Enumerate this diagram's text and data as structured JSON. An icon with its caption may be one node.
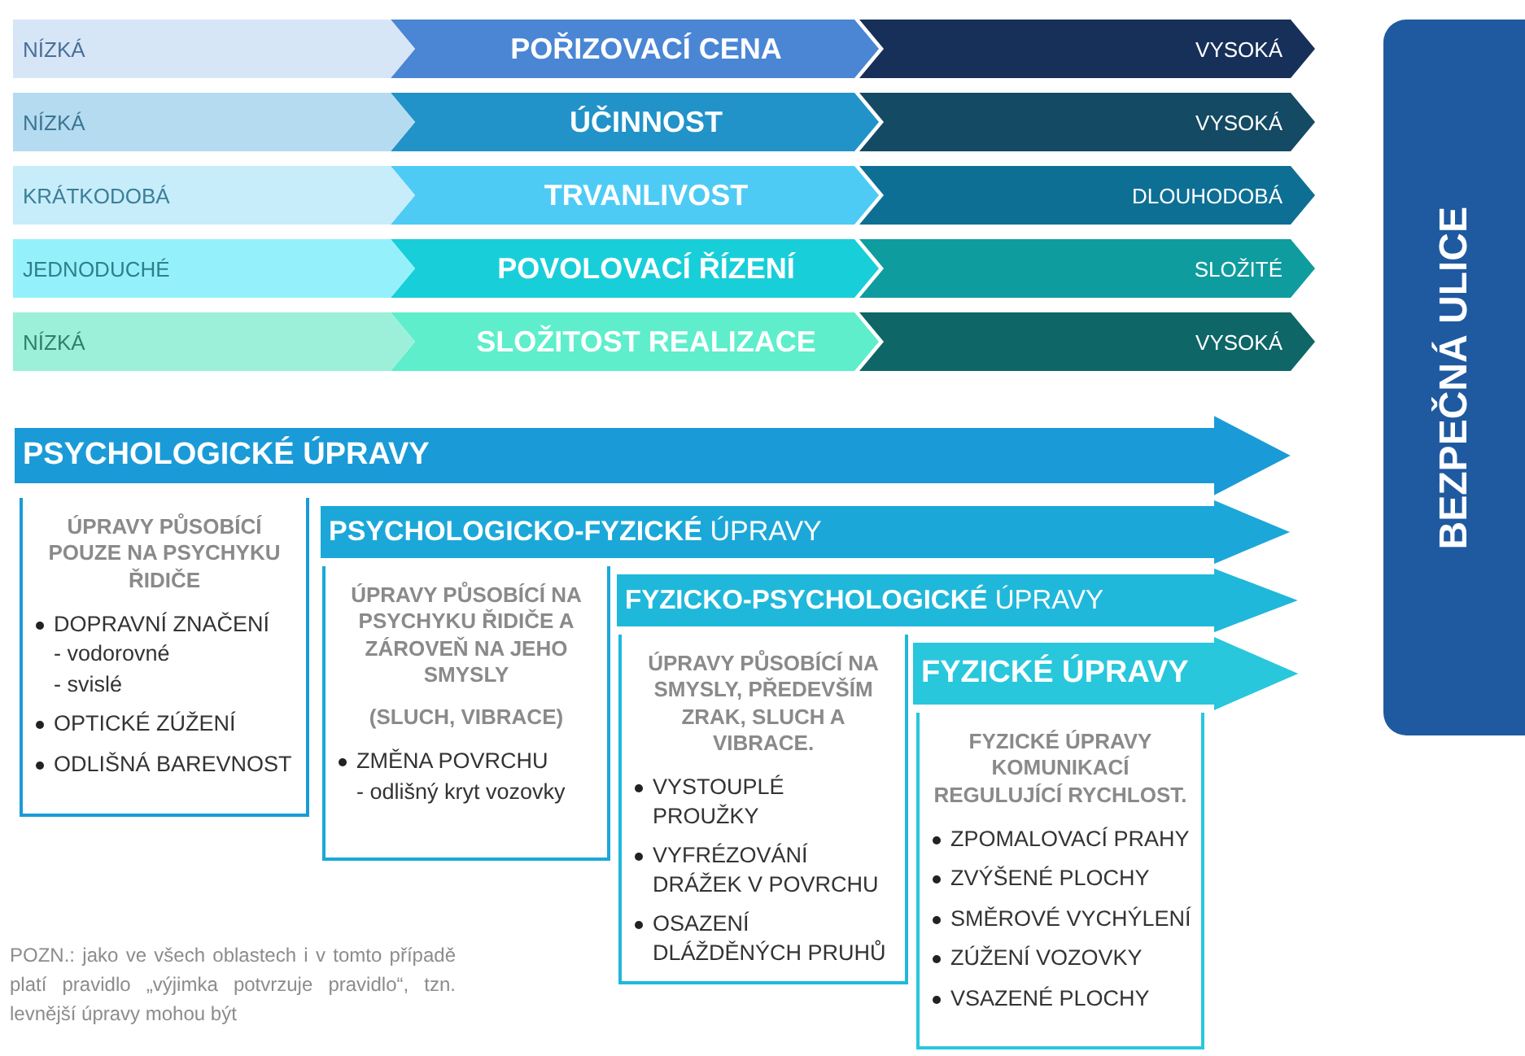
{
  "diagram": {
    "nodes": [
      {
        "text": [
          "NÍZKÁ"
        ]
      },
      {
        "text": [
          "POŘIZOVACÍ CENA"
        ]
      },
      {
        "text": [
          "VYSOKÁ"
        ]
      },
      {
        "text": [
          "NÍZKÁ"
        ]
      },
      {
        "text": [
          "ÚČINNOST"
        ]
      },
      {
        "text": [
          "VYSOKÁ"
        ]
      },
      {
        "text": [
          "KRÁTKODOBÁ"
        ]
      },
      {
        "text": [
          "TRVANLIVOST"
        ]
      },
      {
        "text": [
          "DLOUHODOBÁ"
        ]
      },
      {
        "text": [
          "JEDNODUCHÉ"
        ]
      },
      {
        "text": [
          "POVOLOVACÍ ŘÍZENÍ"
        ]
      },
      {
        "text": [
          "SLOŽITÉ"
        ]
      },
      {
        "text": [
          "NÍZKÁ"
        ]
      },
      {
        "text": [
          "SLOŽITOST REALIZACE"
        ]
      },
      {
        "text": [
          "VYSOKÁ"
        ]
      },
      {
        "text": [
          "BEZPEČNÁ ULICE"
        ]
      },
      {
        "text": [
          "PSYCHOLOGICKÉ ÚPRAVY"
        ]
      },
      {
        "text": [
          "ÚPRAVY PŮSOBÍCÍ POUZE NA PSYCHYKU ŘIDIČE",
          "DOPRAVNÍ ZNAČENÍ",
          "- vodorovné",
          "- svislé",
          "OPTICKÉ ZÚŽENÍ",
          "ODLIŠNÁ BAREVNOST"
        ]
      },
      {
        "text": [
          "**PSYCHOLOGICKO-FYZICKÉ** ÚPRAVY"
        ]
      },
      {
        "text": [
          "ÚPRAVY PŮSOBÍCÍ NA PSYCHYKU ŘIDIČE A ZÁROVEŇ NA JEHO SMYSLY",
          "(SLUCH, VIBRACE)",
          "ZMĚNA POVRCHU",
          "- odlišný kryt vozovky"
        ]
      },
      {
        "text": [
          "**FYZICKO-PSYCHOLOGICKÉ** ÚPRAVY"
        ]
      },
      {
        "text": [
          "ÚPRAVY PŮSOBÍCÍ NA SMYSLY, PŘEDEVŠÍM ZRAK, SLUCH A VIBRACE.",
          "VYSTOUPLÉ PROUŽKY",
          "VYFRÉZOVÁNÍ DRÁŽEK V POVRCHU",
          "OSAZENÍ DLÁŽDĚNÝCH PRUHŮ"
        ]
      },
      {
        "text": [
          "FYZICKÉ ÚPRAVY"
        ]
      },
      {
        "text": [
          "FYZICKÉ ÚPRAVY KOMUNIKACÍ REGULUJÍCÍ RYCHLOST.",
          "ZPOMALOVACÍ PRAHY",
          "ZVÝŠENÉ PLOCHY",
          "SMĚROVÉ VYCHÝLENÍ",
          "ZÚŽENÍ VOZOVKY",
          "VSAZENÉ PLOCHY"
        ]
      }
    ],
    "edges": [],
    "labels": [
      "POZN.: jako ve všech oblastech i v tomto případě platí pravidlo „výjimka potvrzuje pravidlo“, tzn. levnější úpravy mohou být"
    ]
  }
}
